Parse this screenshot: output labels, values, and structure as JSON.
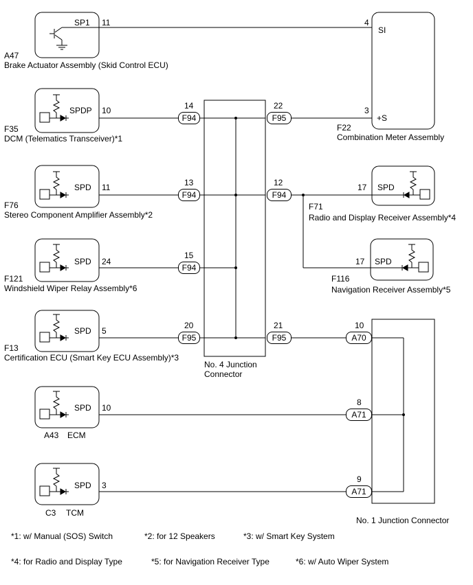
{
  "components": {
    "a47": {
      "code": "A47",
      "name": "Brake Actuator Assembly (Skid Control ECU)",
      "terminal": "SP1",
      "pin": "11"
    },
    "f35": {
      "code": "F35",
      "name": "DCM (Telematics Transceiver)*1",
      "terminal": "SPDP",
      "pin": "10"
    },
    "f76": {
      "code": "F76",
      "name": "Stereo Component Amplifier Assembly*2",
      "terminal": "SPD",
      "pin": "11"
    },
    "f121": {
      "code": "F121",
      "name": "Windshield Wiper Relay Assembly*6",
      "terminal": "SPD",
      "pin": "24"
    },
    "f13": {
      "code": "F13",
      "name": "Certification ECU (Smart Key ECU Assembly)*3",
      "terminal": "SPD",
      "pin": "5"
    },
    "a43": {
      "code": "A43",
      "name": "ECM",
      "terminal": "SPD",
      "pin": "10"
    },
    "c3": {
      "code": "C3",
      "name": "TCM",
      "terminal": "SPD",
      "pin": "3"
    },
    "f22": {
      "code": "F22",
      "name": "Combination Meter Assembly",
      "t1": "SI",
      "p1": "4",
      "t2": "+S",
      "p2": "3"
    },
    "f71": {
      "code": "F71",
      "name": "Radio and Display Receiver Assembly*4",
      "terminal": "SPD",
      "pin": "17"
    },
    "f116": {
      "code": "F116",
      "name": "Navigation Receiver Assembly*5",
      "terminal": "SPD",
      "pin": "17"
    }
  },
  "junction4": {
    "name_line1": "No. 4 Junction",
    "name_line2": "Connector",
    "left": [
      {
        "pin": "14",
        "conn": "F94"
      },
      {
        "pin": "13",
        "conn": "F94"
      },
      {
        "pin": "15",
        "conn": "F94"
      },
      {
        "pin": "20",
        "conn": "F95"
      }
    ],
    "right": [
      {
        "pin": "22",
        "conn": "F95"
      },
      {
        "pin": "12",
        "conn": "F94"
      },
      {
        "pin": "21",
        "conn": "F95"
      }
    ]
  },
  "junction1": {
    "name": "No. 1 Junction Connector",
    "pins": [
      {
        "pin": "10",
        "conn": "A70"
      },
      {
        "pin": "8",
        "conn": "A71"
      },
      {
        "pin": "9",
        "conn": "A71"
      }
    ]
  },
  "notes": [
    "*1: w/ Manual (SOS) Switch",
    "*2: for 12 Speakers",
    "*3: w/ Smart Key System",
    "*4: for Radio and Display Type",
    "*5: for Navigation Receiver Type",
    "*6: w/ Auto Wiper System"
  ]
}
